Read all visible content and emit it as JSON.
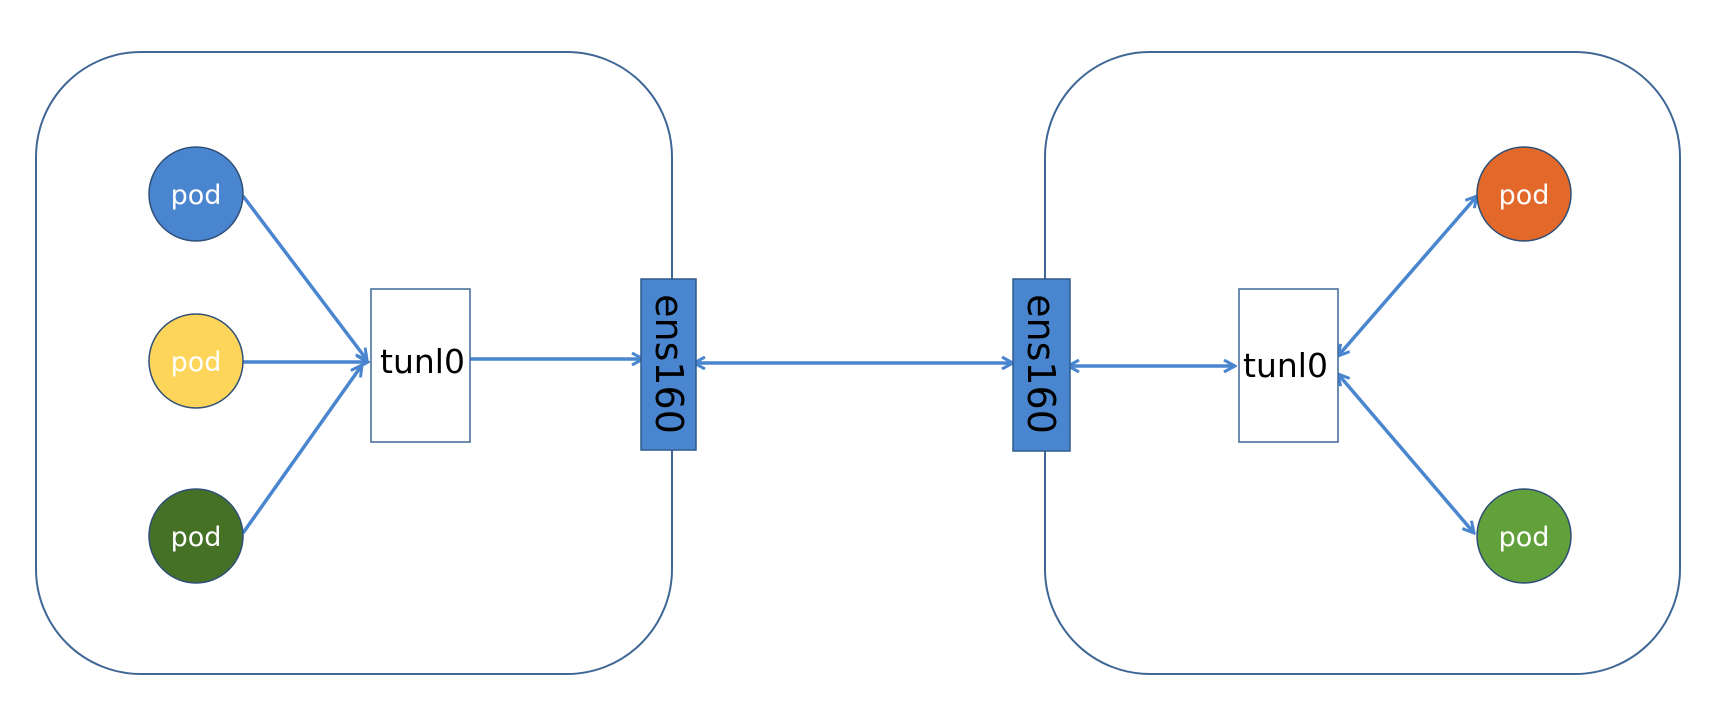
{
  "colors": {
    "frame": "#3f6796",
    "arrow": "#4a86cf",
    "nic_fill": "#4a86cf",
    "pod_blue": "#4a86cf",
    "pod_yellow": "#fed55b",
    "pod_dark_green": "#457127",
    "pod_orange": "#e2692a",
    "pod_green": "#61a03a"
  },
  "left_host": {
    "pods": [
      {
        "label": "pod",
        "color": "#4a86cf"
      },
      {
        "label": "pod",
        "color": "#fed55b"
      },
      {
        "label": "pod",
        "color": "#457127"
      }
    ],
    "tunnel": {
      "label": "tunl0"
    },
    "nic": {
      "label": "ens160"
    }
  },
  "right_host": {
    "pods": [
      {
        "label": "pod",
        "color": "#e2692a"
      },
      {
        "label": "pod",
        "color": "#61a03a"
      }
    ],
    "tunnel": {
      "label": "tunl0"
    },
    "nic": {
      "label": "ens160"
    }
  },
  "links": [
    {
      "from": "left_host.pods.0",
      "to": "left_host.tunnel",
      "direction": "forward"
    },
    {
      "from": "left_host.pods.1",
      "to": "left_host.tunnel",
      "direction": "forward"
    },
    {
      "from": "left_host.pods.2",
      "to": "left_host.tunnel",
      "direction": "forward"
    },
    {
      "from": "left_host.tunnel",
      "to": "left_host.nic",
      "direction": "forward"
    },
    {
      "from": "left_host.nic",
      "to": "right_host.nic",
      "direction": "both"
    },
    {
      "from": "right_host.nic",
      "to": "right_host.tunnel",
      "direction": "both"
    },
    {
      "from": "right_host.tunnel",
      "to": "right_host.pods.0",
      "direction": "both"
    },
    {
      "from": "right_host.tunnel",
      "to": "right_host.pods.1",
      "direction": "both"
    }
  ]
}
